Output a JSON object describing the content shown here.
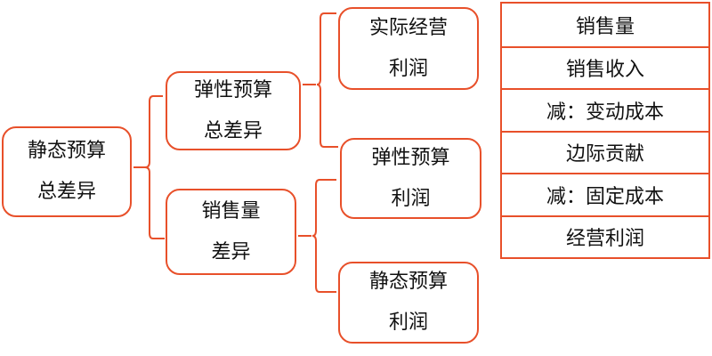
{
  "tree": {
    "root": [
      "静态预算",
      "总差异"
    ],
    "flex_total": [
      "弹性预算",
      "总差异"
    ],
    "volume": [
      "销售量",
      "差异"
    ],
    "actual_profit": [
      "实际经营",
      "利润"
    ],
    "flex_profit": [
      "弹性预算",
      "利润"
    ],
    "static_profit": [
      "静态预算",
      "利润"
    ]
  },
  "table": [
    "销售量",
    "销售收入",
    "减：变动成本",
    "边际贡献",
    "减：固定成本",
    "经营利润"
  ],
  "colors": {
    "accent": "#e8502a"
  }
}
